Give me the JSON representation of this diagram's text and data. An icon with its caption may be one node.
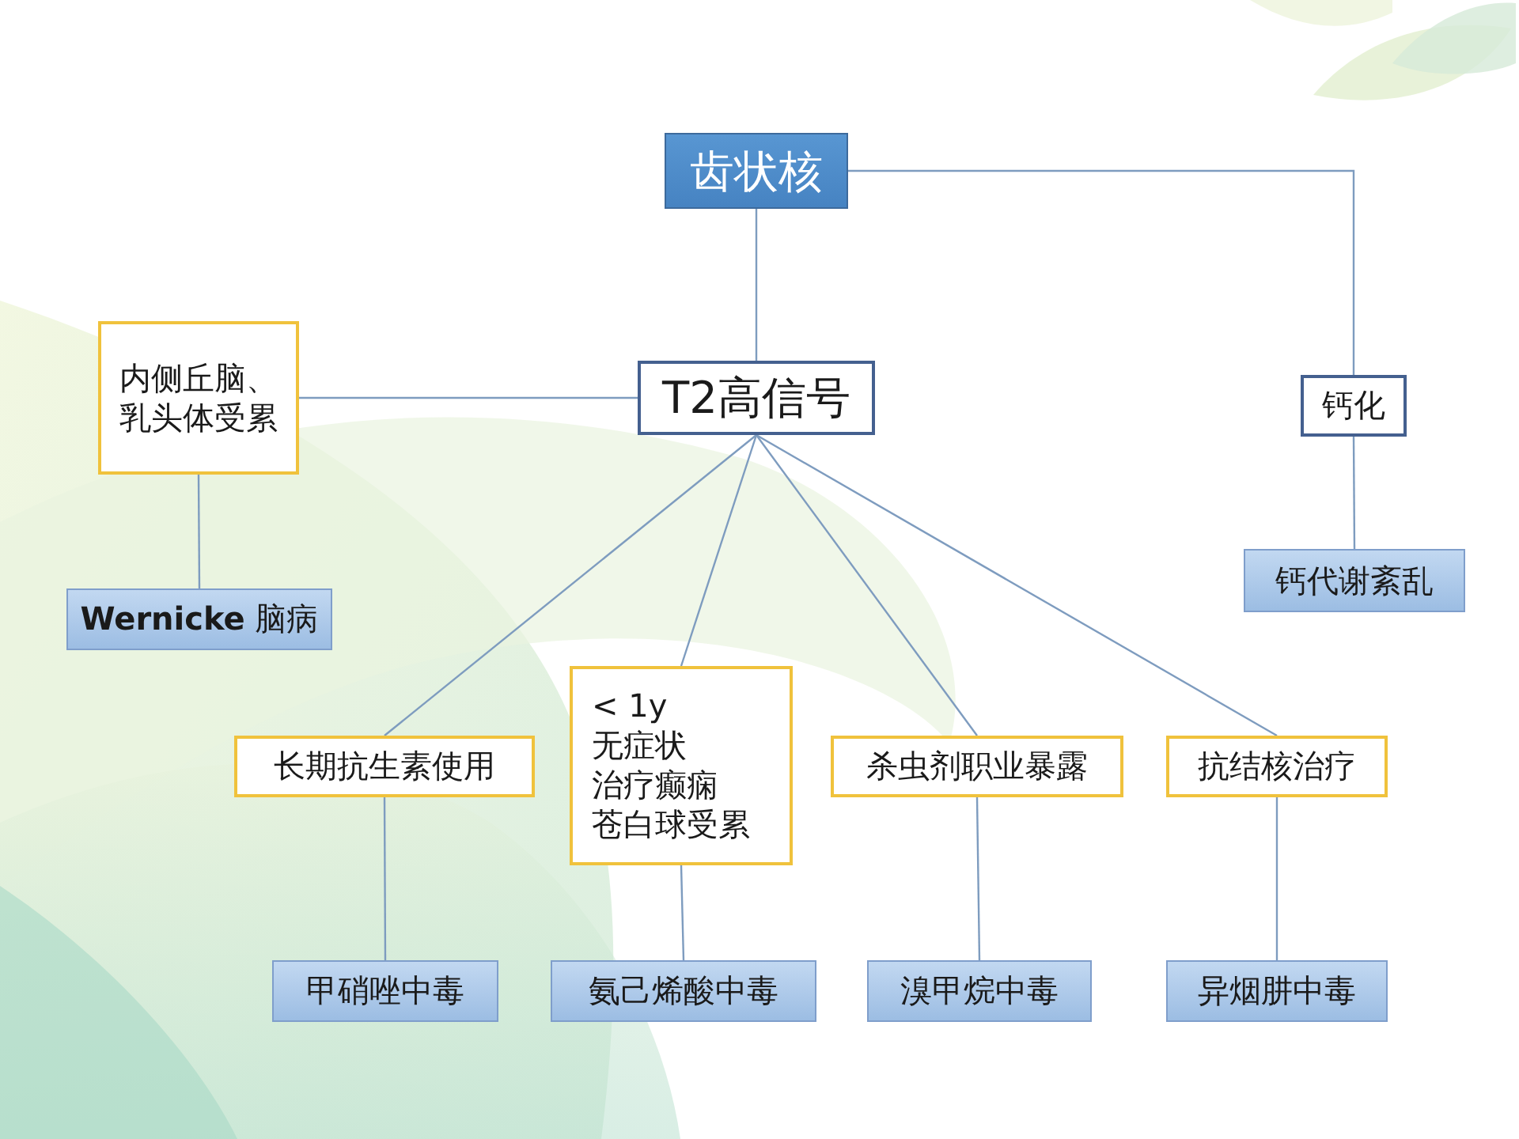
{
  "diagram": {
    "nodes": [
      {
        "text": [
          "齿状核"
        ]
      },
      {
        "text": [
          "T2高信号"
        ]
      },
      {
        "text": [
          "内侧丘脑、乳头体受累"
        ]
      },
      {
        "text": [
          "**Wernicke** 脑病"
        ]
      },
      {
        "text": [
          "钙化"
        ]
      },
      {
        "text": [
          "钙代谢紊乱"
        ]
      },
      {
        "text": [
          "长期抗生素使用"
        ]
      },
      {
        "text": [
          "< 1y",
          "无症状",
          "治疗癫痫",
          "苍白球受累"
        ]
      },
      {
        "text": [
          "杀虫剂职业暴露"
        ]
      },
      {
        "text": [
          "抗结核治疗"
        ]
      },
      {
        "text": [
          "甲硝唑中毒"
        ]
      },
      {
        "text": [
          "氨己烯酸中毒"
        ]
      },
      {
        "text": [
          "溴甲烷中毒"
        ]
      },
      {
        "text": [
          "异烟肼中毒"
        ]
      }
    ],
    "edges": [
      {
        "from": 0,
        "to": 1,
        "arrow": "none"
      },
      {
        "from": 0,
        "to": 4,
        "arrow": "none"
      },
      {
        "from": 1,
        "to": 2,
        "arrow": "none"
      },
      {
        "from": 2,
        "to": 3,
        "arrow": "none"
      },
      {
        "from": 4,
        "to": 5,
        "arrow": "none"
      },
      {
        "from": 1,
        "to": 6,
        "arrow": "none"
      },
      {
        "from": 1,
        "to": 7,
        "arrow": "none"
      },
      {
        "from": 1,
        "to": 8,
        "arrow": "none"
      },
      {
        "from": 1,
        "to": 9,
        "arrow": "none"
      },
      {
        "from": 6,
        "to": 10,
        "arrow": "none"
      },
      {
        "from": 7,
        "to": 11,
        "arrow": "none"
      },
      {
        "from": 8,
        "to": 12,
        "arrow": "none"
      },
      {
        "from": 9,
        "to": 13,
        "arrow": "none"
      }
    ]
  }
}
